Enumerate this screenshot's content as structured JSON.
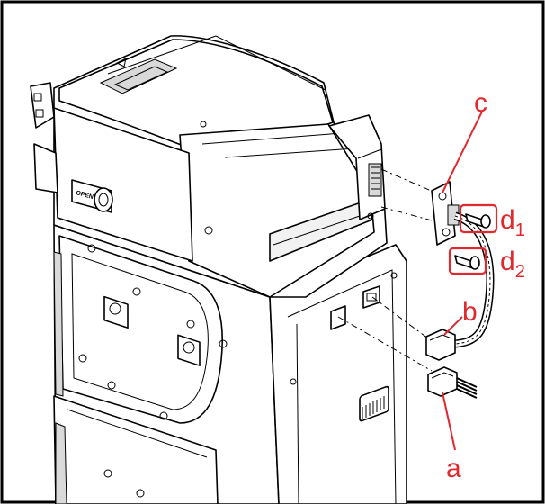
{
  "callouts": {
    "a": "a",
    "b": "b",
    "c": "c",
    "d1": {
      "base": "d",
      "sub": "1"
    },
    "d2": {
      "base": "d",
      "sub": "2"
    }
  },
  "panel_text": "OPEN",
  "colors": {
    "callout": "#e0282e",
    "outline": "#000000",
    "frame": "#000000",
    "shade": "#d9d9d9"
  }
}
